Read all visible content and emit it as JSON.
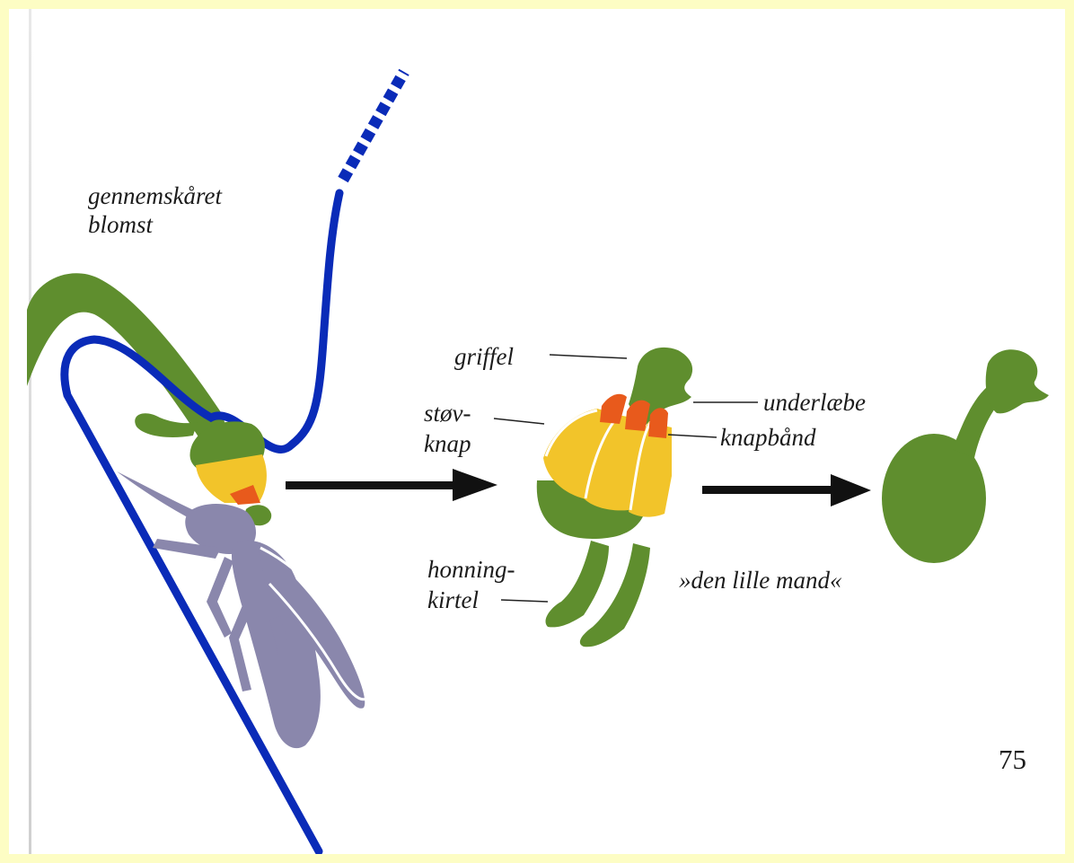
{
  "labels": {
    "cut_flower_line1": "gennemskåret",
    "cut_flower_line2": "blomst",
    "style": "griffel",
    "anther_line1": "støv-",
    "anther_line2": "knap",
    "lower_lip": "underlæbe",
    "anther_band": "knapbånd",
    "nectary_line1": "honning-",
    "nectary_line2": "kirtel",
    "little_man": "»den lille mand«"
  },
  "page_number": "75",
  "colors": {
    "green": "#5f8e2e",
    "blue": "#0a2bb8",
    "yellow": "#f2c42a",
    "red": "#e85a1c",
    "insect": "#8a87ac",
    "arrow": "#111111",
    "frame": "#fdfdc4"
  }
}
